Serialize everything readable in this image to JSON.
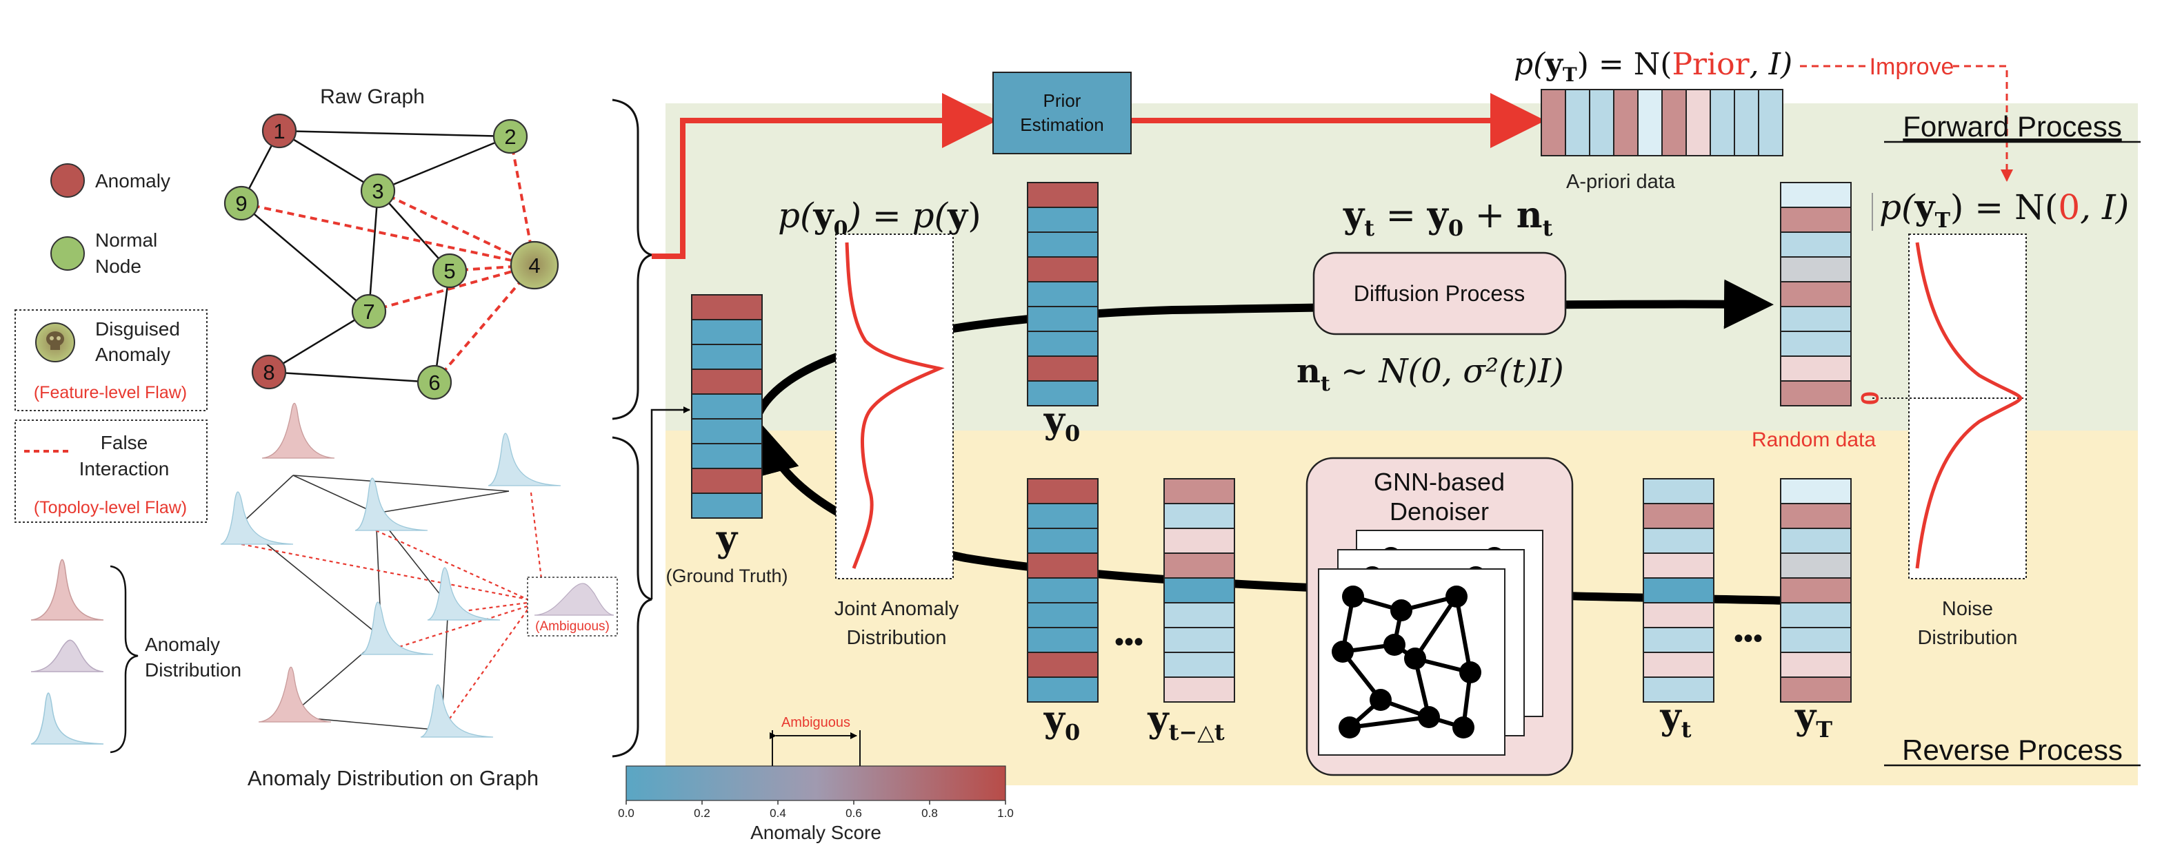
{
  "left_panel": {
    "raw_graph_title": "Raw Graph",
    "legend": {
      "anomaly": "Anomaly",
      "normal_line1": "Normal",
      "normal_line2": "Node",
      "disguised_line1": "Disguised",
      "disguised_line2": "Anomaly",
      "feature_flaw": "(Feature-level Flaw)",
      "false_line1": "False",
      "false_line2": "Interaction",
      "topology_flaw": "(Topoloy-level Flaw)",
      "anomaly_distribution_line1": "Anomaly",
      "anomaly_distribution_line2": "Distribution"
    },
    "nodes": [
      {
        "id": "1",
        "type": "anomaly"
      },
      {
        "id": "2",
        "type": "normal"
      },
      {
        "id": "3",
        "type": "normal"
      },
      {
        "id": "4",
        "type": "disguised"
      },
      {
        "id": "5",
        "type": "normal"
      },
      {
        "id": "6",
        "type": "normal"
      },
      {
        "id": "7",
        "type": "normal"
      },
      {
        "id": "8",
        "type": "anomaly"
      },
      {
        "id": "9",
        "type": "normal"
      }
    ],
    "ambiguous_label": "(Ambiguous)",
    "distribution_graph_title": "Anomaly Distribution on Graph"
  },
  "colorbar": {
    "ambiguous_label": "Ambiguous",
    "ticks": [
      "0.0",
      "0.2",
      "0.4",
      "0.6",
      "0.8",
      "1.0"
    ],
    "title": "Anomaly Score"
  },
  "labels": {
    "prior_estimation_line1": "Prior",
    "prior_estimation_line2": "Estimation",
    "apriori_caption": "A-priori data",
    "improve": "Improve",
    "forward_process": "Forward Process",
    "reverse_process": "Reverse Process",
    "diffusion_process": "Diffusion Process",
    "gnn_line1": "GNN-based",
    "gnn_line2": "Denoiser",
    "random_data": "Random data",
    "ground_truth": "(Ground Truth)",
    "joint_line1": "Joint Anomaly",
    "joint_line2": "Distribution",
    "noise_line1": "Noise",
    "noise_line2": "Distribution",
    "zero_axis": "0",
    "y_label": "y",
    "y0_label": "y",
    "y0_sub": "0",
    "yt_dt_label": "y",
    "yt_dt_sub": "t−△t",
    "yt_label": "y",
    "yt_sub": "t",
    "yT_label": "y",
    "yT_sub": "T",
    "y0_top_label": "y",
    "y0_top_sub": "0",
    "dots": "•••"
  },
  "formulas": {
    "prior_yT_p": "p(",
    "prior_yT_y": "y",
    "prior_yT_sub": "T",
    "prior_yT_eq": ") = N(",
    "prior_yT_prior": "Prior",
    "prior_yT_end": ", I)",
    "noise_yT_p": "p(",
    "noise_yT_y": "y",
    "noise_yT_sub": "T",
    "noise_yT_eq": ") = N(",
    "noise_yT_zero": "0",
    "noise_yT_end": ", I)",
    "joint_p": "p(",
    "joint_y": "y",
    "joint_sub": "0",
    "joint_eq": ") = p(",
    "joint_y2": "y",
    "joint_end": ")",
    "forward_eq_y": "y",
    "forward_eq_t": "t",
    "forward_eq_mid": " = ",
    "forward_eq_y0": "y",
    "forward_eq_0": "0",
    "forward_eq_plus": " + ",
    "forward_eq_n": "n",
    "forward_eq_nt": "t",
    "noise_eq_n": "n",
    "noise_eq_t": "t",
    "noise_eq_rest": " ∼ N(0, σ²(t)I)"
  },
  "colors": {
    "anomaly": "#b85450",
    "normal": "#9bc26d",
    "forward_bg": "#e9eedc",
    "reverse_bg": "#fbefc8",
    "arrow_red": "#e8382f",
    "cell_red": "#b85a58",
    "cell_blue": "#5aa6c4",
    "prior_box": "#5ba3c0",
    "diffusion_box": "#f3dcdc",
    "gnn_box": "#f3dcdc"
  },
  "vectors": {
    "y": [
      "r",
      "b",
      "b",
      "r",
      "b",
      "b",
      "b",
      "r",
      "b"
    ],
    "y0_top": [
      "r",
      "b",
      "b",
      "r",
      "b",
      "b",
      "b",
      "r",
      "b"
    ],
    "y0_bottom": [
      "r",
      "b",
      "b",
      "r",
      "b",
      "b",
      "b",
      "r",
      "b"
    ],
    "yt_dt": [
      "mr",
      "lb",
      "pk",
      "mr",
      "b",
      "lb",
      "lb",
      "lb",
      "pk"
    ],
    "yt": [
      "lb",
      "mr",
      "lb",
      "pk",
      "b",
      "pk",
      "lb",
      "pk",
      "lb"
    ],
    "yT": [
      "vlb",
      "mr",
      "lb",
      "gr",
      "mr",
      "lb",
      "lb",
      "pk",
      "mr"
    ],
    "random": [
      "vlb",
      "mr",
      "lb",
      "gr",
      "mr",
      "lb",
      "lb",
      "pk",
      "mr"
    ],
    "apriori": [
      "mr",
      "lb",
      "lb",
      "mr",
      "vlb",
      "mr",
      "pk",
      "lb",
      "lb",
      "lb"
    ]
  }
}
